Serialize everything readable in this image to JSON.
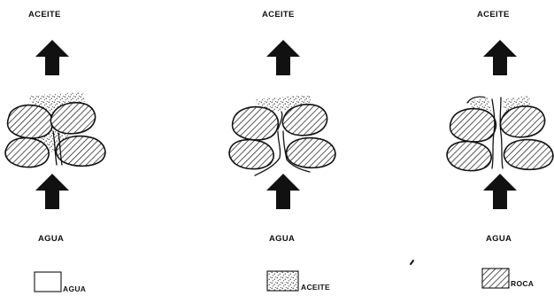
{
  "panels": [
    {
      "top_label": "ACEITE",
      "bottom_label": "AGUA"
    },
    {
      "top_label": "ACEITE",
      "bottom_label": "AGUA"
    },
    {
      "top_label": "ACEITE",
      "bottom_label": "AGUA"
    }
  ],
  "legend": [
    {
      "label": "AGUA",
      "pattern": "empty"
    },
    {
      "label": "ACEITE",
      "pattern": "dots"
    },
    {
      "label": "ROCA",
      "pattern": "hatch"
    }
  ],
  "colors": {
    "ink": "#111111",
    "background": "#ffffff"
  }
}
